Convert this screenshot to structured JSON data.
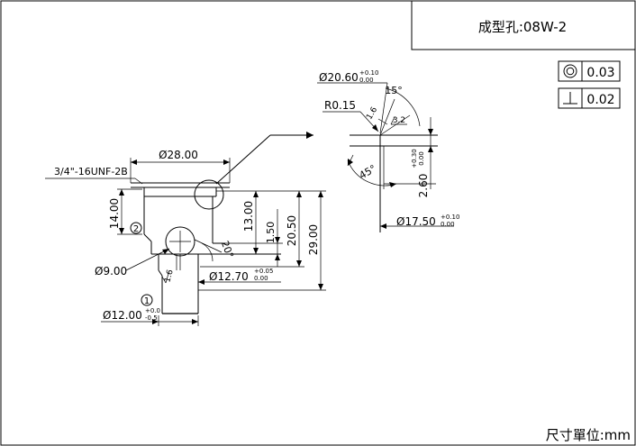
{
  "title_block": {
    "label": "成型孔:08W-2"
  },
  "tolerances": [
    {
      "symbol": "concentricity-icon",
      "value": "0.03"
    },
    {
      "symbol": "perpendicularity-icon",
      "value": "0.02"
    }
  ],
  "units_note": "尺寸單位:mm",
  "part_view": {
    "dia_top": "Ø28.00",
    "thread_spec": "3/4\"-16UNF-2B",
    "depth_left": "14.00",
    "circle_mark_2": "2",
    "dia_left": "Ø9.00",
    "angle_mid": "20°",
    "dim_13": "13.00",
    "dim_1_5": "1.50",
    "dim_20_5": "20.50",
    "dim_29": "29.00",
    "dia_12_70": "Ø12.70",
    "dia_12_70_tol_up": "+0.05",
    "dia_12_70_tol_low": "0.00",
    "rough_small": "1.6",
    "circle_mark_1": "1",
    "dia_bottom": "Ø12.00",
    "dia_bottom_tol_up": "+0.0",
    "dia_bottom_tol_low": "-0.5"
  },
  "detail_view": {
    "dia_20_60": "Ø20.60",
    "dia_20_60_tol_up": "+0.10",
    "dia_20_60_tol_low": "0.00",
    "angle_15": "15°",
    "radius": "R0.15",
    "rough_1_6": "1.6",
    "rough_3_2": "3.2",
    "dim_2_60": "2.60",
    "dim_2_60_tol_up": "+0.30",
    "dim_2_60_tol_low": "0.00",
    "angle_45": "45°",
    "dia_17_50": "Ø17.50",
    "dia_17_50_tol_up": "+0.10",
    "dia_17_50_tol_low": "0.00"
  }
}
